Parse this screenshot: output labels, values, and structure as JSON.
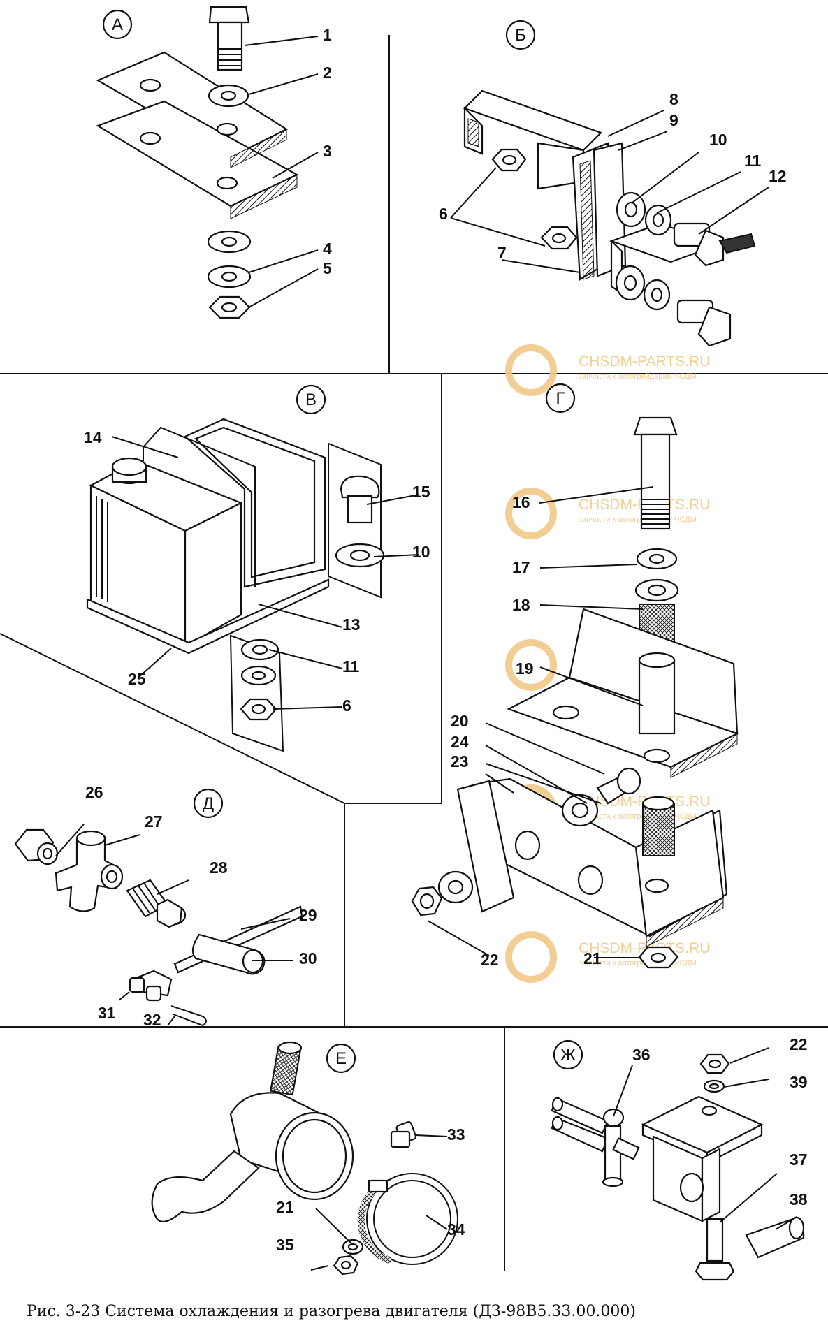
{
  "caption": "Рис. 3-23 Система охлаждения и разогрева двигателя (ДЗ-98В5.33.00.000)",
  "watermark": {
    "brand": "CHSDM-PARTS.RU",
    "tagline": "запчасти к автогрейдерам ЧСДМ",
    "color": "#f1c98a"
  },
  "sections": {
    "A": {
      "label": "А",
      "callouts": [
        "1",
        "2",
        "3",
        "4",
        "5"
      ]
    },
    "B": {
      "label": "Б",
      "callouts": [
        "8",
        "9",
        "10",
        "11",
        "12",
        "6",
        "7"
      ]
    },
    "V": {
      "label": "В",
      "callouts": [
        "14",
        "15",
        "10",
        "13",
        "11",
        "6",
        "25"
      ]
    },
    "G": {
      "label": "Г",
      "callouts": [
        "16",
        "17",
        "18",
        "19",
        "20",
        "24",
        "23",
        "22",
        "21"
      ]
    },
    "D": {
      "label": "Д",
      "callouts": [
        "26",
        "27",
        "28",
        "29",
        "30",
        "31",
        "32"
      ]
    },
    "E": {
      "label": "Е",
      "callouts": [
        "33",
        "21",
        "34",
        "35"
      ]
    },
    "Zh": {
      "label": "Ж",
      "callouts": [
        "36",
        "22",
        "39",
        "37",
        "38"
      ]
    }
  }
}
